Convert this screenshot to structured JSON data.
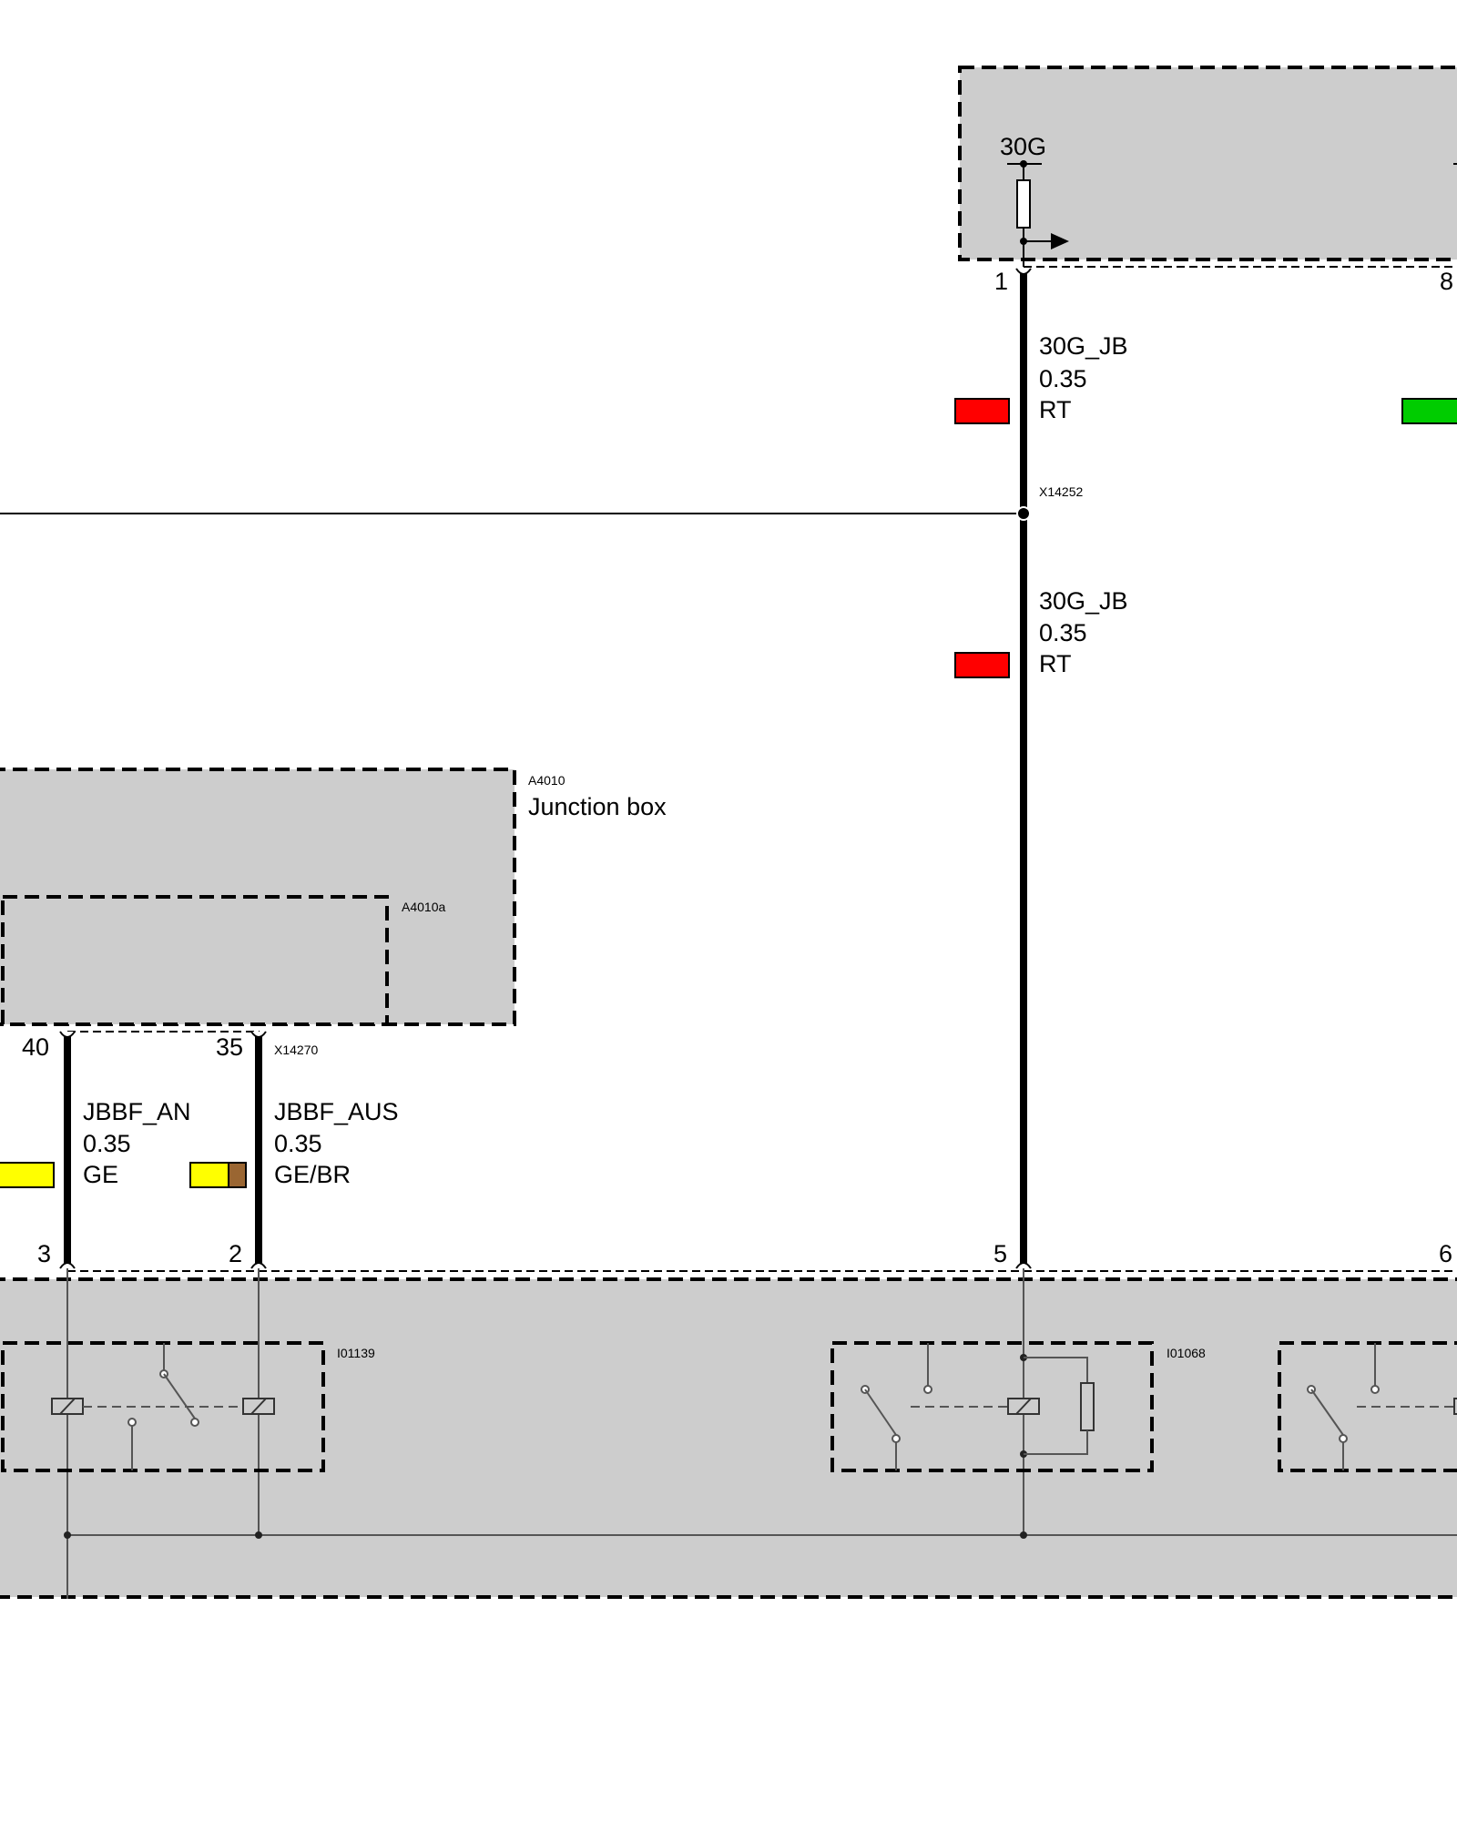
{
  "colors": {
    "module_fill": "#cdcdcd",
    "red": "#ff0000",
    "green": "#00cc00",
    "yellow": "#ffff00",
    "brown": "#9a6632",
    "wire": "#000000"
  },
  "top_module": {
    "supply_label": "30G",
    "pin_left": "1",
    "pin_right": "8"
  },
  "wire_30g_upper": {
    "signal": "30G_JB",
    "gauge": "0.35",
    "color_code": "RT"
  },
  "splice": {
    "id": "X14252"
  },
  "wire_30g_lower": {
    "signal": "30G_JB",
    "gauge": "0.35",
    "color_code": "RT"
  },
  "junction_box": {
    "id": "A4010",
    "name": "Junction box",
    "sub_id": "A4010a",
    "connector_id": "X14270",
    "pin_left": "40",
    "pin_right": "35"
  },
  "wire_jbbf_an": {
    "signal": "JBBF_AN",
    "gauge": "0.35",
    "color_code": "GE"
  },
  "wire_jbbf_aus": {
    "signal": "JBBF_AUS",
    "gauge": "0.35",
    "color_code": "GE/BR"
  },
  "bottom_module": {
    "pins": [
      "3",
      "2",
      "5",
      "6"
    ],
    "relay_1_id": "I01139",
    "relay_2_id": "I01068"
  }
}
